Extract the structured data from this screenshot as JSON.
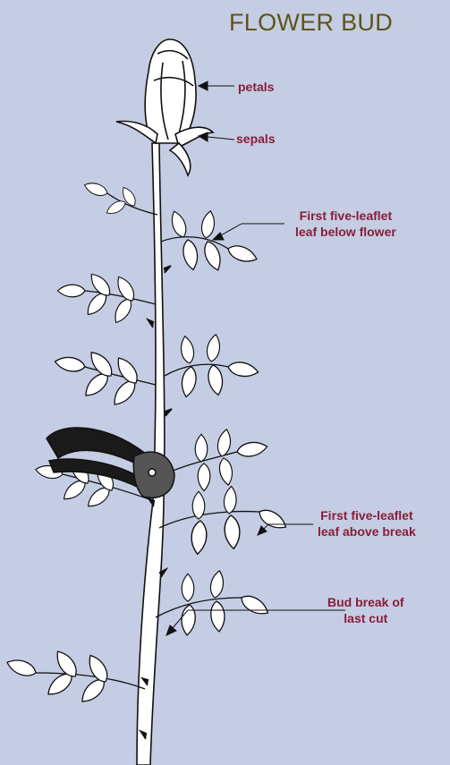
{
  "title": "FLOWER BUD",
  "labels": {
    "petals": "petals",
    "sepals": "sepals",
    "five_leaflet_below_flower": [
      "First five-leaflet",
      "leaf below flower"
    ],
    "five_leaflet_above_break": [
      "First five-leaflet",
      "leaf above break"
    ],
    "bud_break": [
      "Bud break of",
      "last cut"
    ]
  },
  "colors": {
    "background": "#c4cde3",
    "title": "#5e5418",
    "label": "#8a1c3a",
    "ink": "#111111",
    "leaf_fill": "#ffffff",
    "pruner_handle": "#1a1a1a"
  },
  "icons": [
    "rose-stem-illustration",
    "pruning-shears-icon"
  ]
}
